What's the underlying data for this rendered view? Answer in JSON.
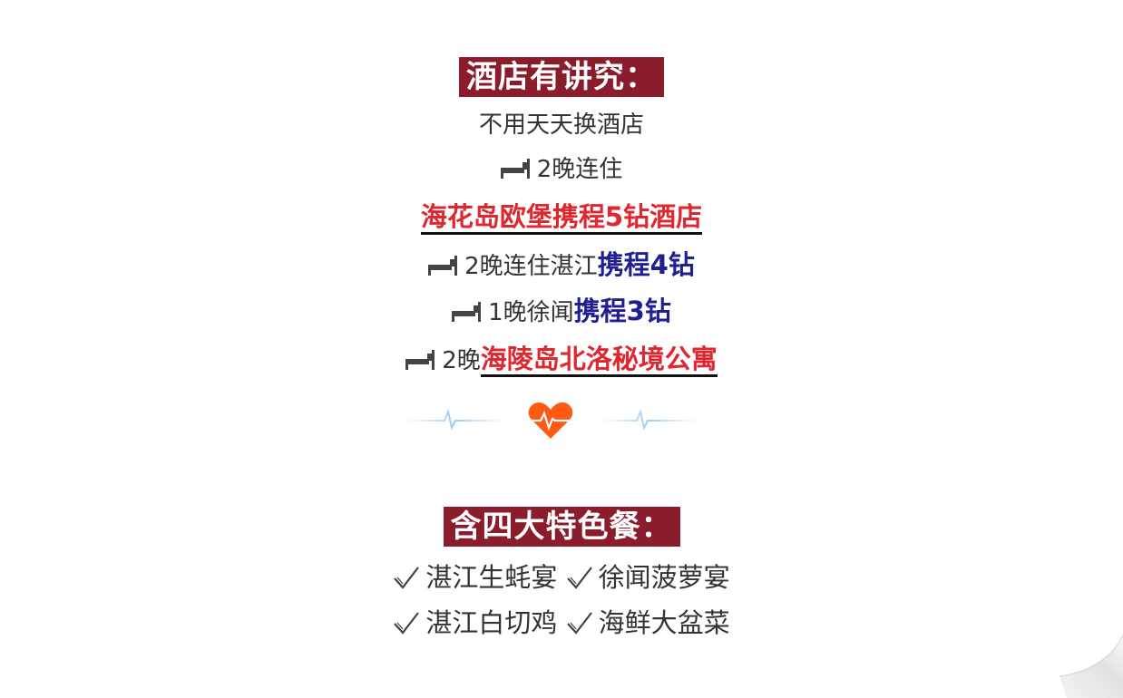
{
  "hotel_section": {
    "title": "酒店有讲究：",
    "subtitle": "不用天天换酒店",
    "line1": "2晚连住",
    "line2": "海花岛欧堡携程5钻酒店",
    "line3_prefix": "2晚连住湛江",
    "line3_highlight": "携程4钻",
    "line4_prefix": "1晚徐闻",
    "line4_highlight": "携程3钻",
    "line5_prefix": "2晚",
    "line5_highlight": "海陵岛北洛秘境公寓"
  },
  "meal_section": {
    "title": "含四大特色餐：",
    "items": [
      "湛江生蚝宴",
      "徐闻菠萝宴",
      "湛江白切鸡",
      "海鲜大盆菜"
    ]
  },
  "colors": {
    "title_bg": "#8b1c2b",
    "red": "#e0262f",
    "navy": "#1f1f8f",
    "heart": "#ff5a14"
  }
}
